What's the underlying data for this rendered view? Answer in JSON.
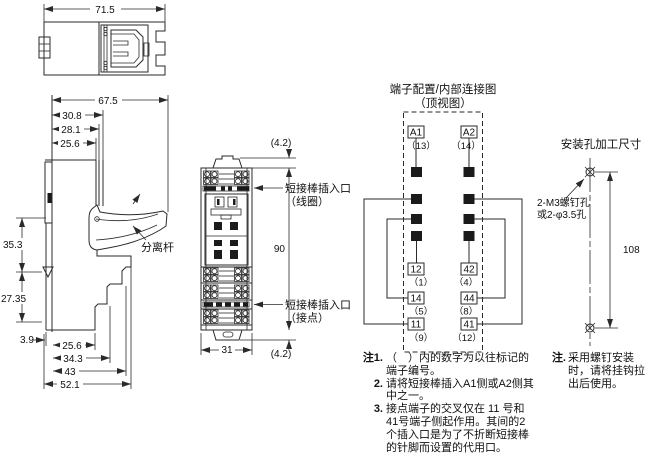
{
  "colors": {
    "line": "#2a2a2a",
    "text": "#111111",
    "background": "#ffffff"
  },
  "top_view": {
    "overall_width": "71.5"
  },
  "side_view": {
    "overall_depth": "67.5",
    "dim_30_8": "30.8",
    "dim_28_1": "28.1",
    "dim_25_6_top": "25.6",
    "dim_35_3": "35.3",
    "dim_27_35": "27.35",
    "dim_3_9": "3.9",
    "dim_25_6_bottom": "25.6",
    "dim_34_3": "34.3",
    "dim_43": "43",
    "dim_52_1": "52.1",
    "lever_label": "分离杆"
  },
  "front_view": {
    "dim_top_tab": "(4.2)",
    "dim_height": "90",
    "dim_bottom_tab": "(4.2)",
    "dim_width": "31",
    "coil_port_line1": "短接棒插入口",
    "coil_port_line2": "（线圈）",
    "contact_port_line1": "短接棒插入口",
    "contact_port_line2": "（接点）"
  },
  "terminal_diagram": {
    "title": "端子配置/内部连接图",
    "subtitle": "（顶视图）",
    "left": {
      "coil": {
        "label": "A1",
        "old": "（13）"
      },
      "t1": {
        "label": "12",
        "old": "（1）"
      },
      "t2": {
        "label": "14",
        "old": "（5）"
      },
      "t3": {
        "label": "11",
        "old": "（9）"
      }
    },
    "right": {
      "coil": {
        "label": "A2",
        "old": "（14）"
      },
      "t1": {
        "label": "42",
        "old": "（4）"
      },
      "t2": {
        "label": "44",
        "old": "（8）"
      },
      "t3": {
        "label": "41",
        "old": "（12）"
      }
    }
  },
  "mounting": {
    "title": "安装孔加工尺寸",
    "hole_label_line1": "2-M3螺钉孔",
    "hole_label_line2": "或2-φ3.5孔",
    "hole_pitch": "108"
  },
  "notes_left": {
    "item1_marker": "注1.",
    "item1_text": "（　）内的数字为以往标记的端子编号。",
    "item2_marker": "2.",
    "item2_text": "请将短接棒插入A1侧或A2侧其中之一。",
    "item3_marker": "3.",
    "item3_text": "接点端子的交叉仅在 11 号和41号端子侧起作用。其间的2个插入口是为了不折断短接棒的针脚而设置的代用口。"
  },
  "note_right": {
    "marker": "注.",
    "text": "采用螺钉安装时，请将挂钩拉出后使用。"
  }
}
